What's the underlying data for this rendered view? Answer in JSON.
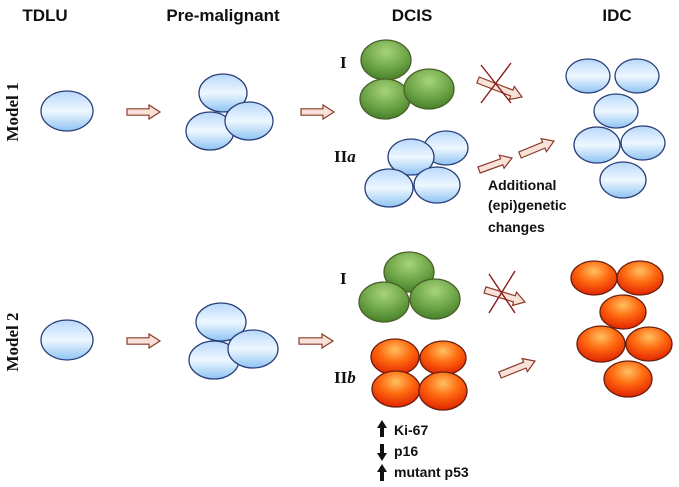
{
  "headers": {
    "tdlu": "TDLU",
    "premalignant": "Pre-malignant",
    "dcis": "DCIS",
    "idc": "IDC"
  },
  "models": {
    "model1_label": "Model 1",
    "model2_label": "Model 2"
  },
  "labels": {
    "m1_type_i": "I",
    "m1_type_iia_roman": "II",
    "m1_type_iia_letter": "a",
    "m2_type_i": "I",
    "m2_type_iib_roman": "II",
    "m2_type_iib_letter": "b"
  },
  "notes": {
    "additional_line1": "Additional",
    "additional_line2": "(epi)genetic",
    "additional_line3": "changes"
  },
  "markers": [
    {
      "direction": "up",
      "name": "Ki-67"
    },
    {
      "direction": "down",
      "name": "p16"
    },
    {
      "direction": "up",
      "name": "mutant p53"
    }
  ],
  "colors": {
    "blue_cell_edge": "#2a3f7a",
    "blue_cell_light": "#d6eaff",
    "blue_cell_mid": "#8fc3f2",
    "green_cell_edge": "#4a6028",
    "green_cell_light": "#9ccc6e",
    "green_cell_dark": "#4f8a32",
    "red_cell_edge": "#6a1f0e",
    "red_cell_light": "#ffb04a",
    "red_cell_dark": "#ee2200",
    "arrow_fill": "#f8e2d8",
    "arrow_edge": "#8a3a2a",
    "cross_line": "#8a1a1a"
  }
}
